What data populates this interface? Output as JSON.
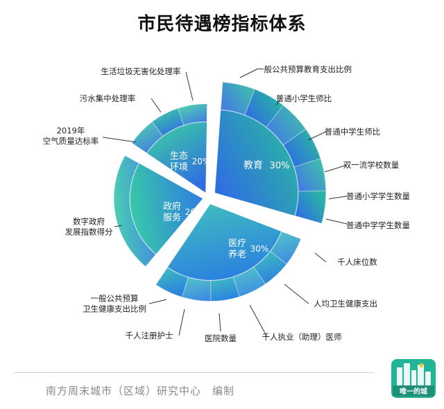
{
  "title": "市民待遇榜指标体系",
  "footer": "南方周末城市（区域）研究中心　编制",
  "logo_text": "唯一的城",
  "chart_data": {
    "type": "sunburst",
    "title": "市民待遇榜指标体系",
    "segments": [
      {
        "name": "教育",
        "label_lines": [
          "教育"
        ],
        "weight_label": "30%",
        "value": 30,
        "color_inner": "#2f6fe0",
        "color_outer": "#2bb5a4",
        "indicators": [
          "一般公共预算教育支出比例",
          "普通小学生师比",
          "普通中学生师比",
          "双一流学校数量",
          "普通小学学生数量",
          "普通中学学生数量"
        ]
      },
      {
        "name": "医疗养老",
        "label_lines": [
          "医疗",
          "养老"
        ],
        "weight_label": "30%",
        "value": 30,
        "color_inner": "#3fb9c2",
        "color_outer": "#2a7fe0",
        "indicators": [
          "千人床位数",
          "人均卫生健康支出",
          "千人执业（助理）医师",
          "医院数量",
          "千人注册护士",
          "一般公共预算\n卫生健康支出比例"
        ]
      },
      {
        "name": "政府服务",
        "label_lines": [
          "政府",
          "服务"
        ],
        "weight_label": "20%",
        "value": 20,
        "color_inner": "#2f7ee0",
        "color_outer": "#38c9a8",
        "indicators": [
          "数字政府\n发展指数得分"
        ]
      },
      {
        "name": "生态环境",
        "label_lines": [
          "生态",
          "环境"
        ],
        "weight_label": "20%",
        "value": 20,
        "color_inner": "#2f6fe0",
        "color_outer": "#3cc7a7",
        "indicators": [
          "2019年\n空气质量达标率",
          "污水集中处理率",
          "生活垃圾无害化处理率"
        ]
      }
    ]
  }
}
